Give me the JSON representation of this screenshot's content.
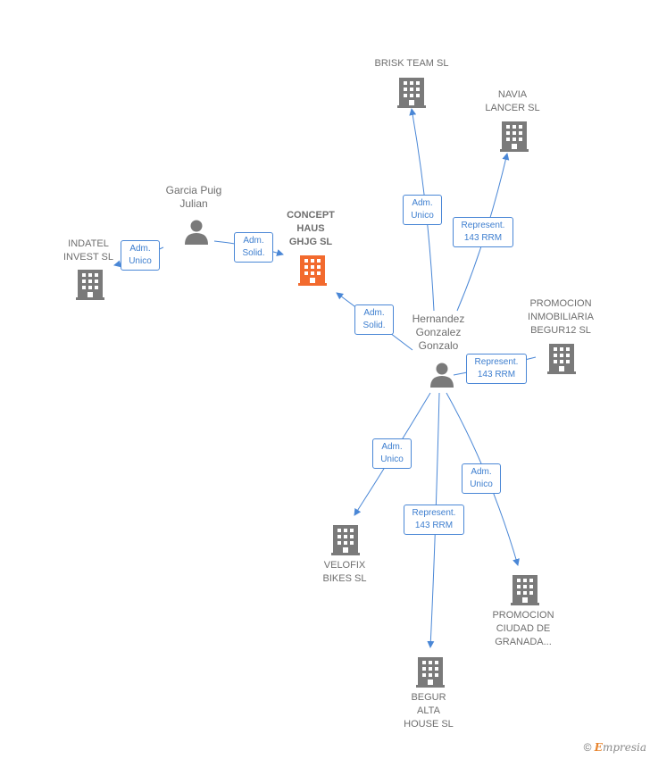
{
  "nodes": {
    "brisk": {
      "label": "BRISK TEAM SL"
    },
    "navia": {
      "label": "NAVIA\nLANCER  SL"
    },
    "garcia": {
      "label": "Garcia Puig\nJulian"
    },
    "concept": {
      "label": "CONCEPT\nHAUS\nGHJG  SL"
    },
    "indatel": {
      "label": "INDATEL\nINVEST  SL"
    },
    "hernandez": {
      "label": "Hernandez\nGonzalez\nGonzalo"
    },
    "promocion_begur": {
      "label": "PROMOCION\nINMOBILIARIA\nBEGUR12  SL"
    },
    "velofix": {
      "label": "VELOFIX\nBIKES  SL"
    },
    "promocion_granada": {
      "label": "PROMOCION\nCIUDAD DE\nGRANADA..."
    },
    "begur_alta": {
      "label": "BEGUR\nALTA\nHOUSE  SL"
    }
  },
  "edges": {
    "e1": {
      "label": "Adm.\nUnico"
    },
    "e2": {
      "label": "Represent.\n143 RRM"
    },
    "e3": {
      "label": "Adm.\nUnico"
    },
    "e4": {
      "label": "Adm.\nSolid."
    },
    "e5": {
      "label": "Adm.\nSolid."
    },
    "e6": {
      "label": "Represent.\n143 RRM"
    },
    "e7": {
      "label": "Adm.\nUnico"
    },
    "e8": {
      "label": "Represent.\n143 RRM"
    },
    "e9": {
      "label": "Adm.\nUnico"
    }
  },
  "colors": {
    "edge": "#4a87d6",
    "building": "#7a7a7a",
    "building_main": "#f26a2e",
    "person": "#7a7a7a"
  },
  "footer": {
    "copyright": "©",
    "brand_initial": "E",
    "brand_rest": "mpresia"
  }
}
